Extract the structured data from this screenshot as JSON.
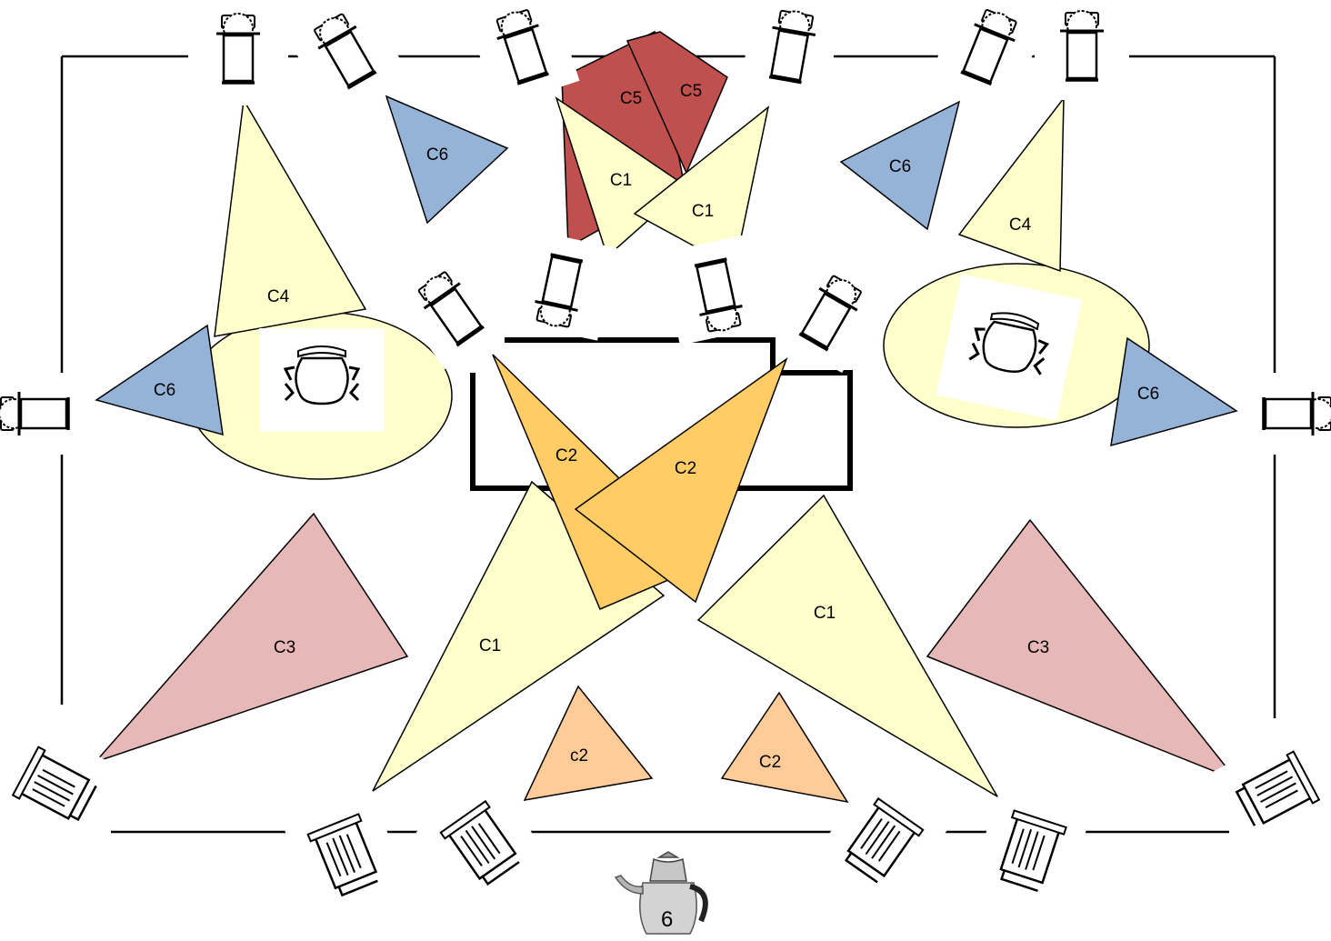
{
  "colors": {
    "c1_fill": "#FFFFCC",
    "c2_fill": "#FFCC66",
    "c2_small_fill": "#FFCC99",
    "c3_fill": "#E6B8B7",
    "c4_fill": "#FFFFCC",
    "c5_fill": "#C0504D",
    "c6_fill": "#95B3D7",
    "pool_fill": "#FFFFCC",
    "outline": "#000000"
  },
  "labels": {
    "c1_top_left": "C1",
    "c1_top_right": "C1",
    "c1_bottom_left": "C1",
    "c1_bottom_right": "C1",
    "c2_center_left": "C2",
    "c2_center_right": "C2",
    "c2_small_left": "c2",
    "c2_small_right": "C2",
    "c3_left": "C3",
    "c3_right": "C3",
    "c4_left": "C4",
    "c4_right": "C4",
    "c5_left": "C5",
    "c5_right": "C5",
    "c6_top_left": "C6",
    "c6_mid_left": "C6",
    "c6_top_right": "C6",
    "c6_mid_right": "C6"
  },
  "icons": {
    "spotlight": "spotlight-icon",
    "floodlight": "floodlight-icon",
    "pot": "pot-icon",
    "teapot": "teapot-icon"
  },
  "teapot_mark": "6"
}
